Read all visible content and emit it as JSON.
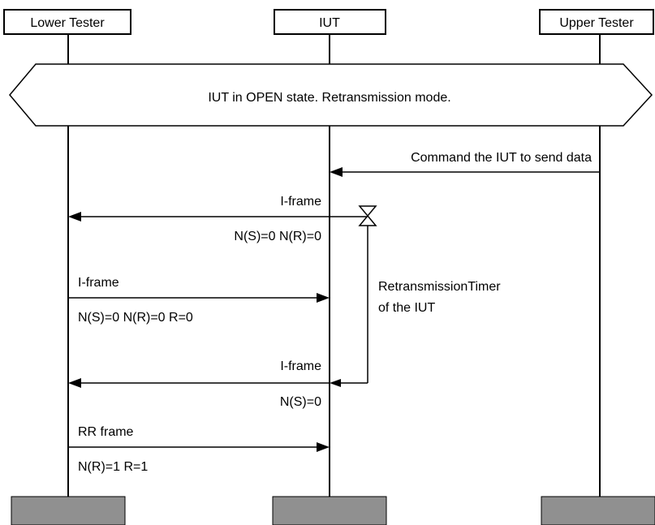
{
  "lifelines": {
    "lower": "Lower Tester",
    "iut": "IUT",
    "upper": "Upper Tester"
  },
  "state_banner": "IUT in OPEN state. Retransmission mode.",
  "messages": {
    "m1_label": "Command the IUT to send data",
    "m2_label": "I-frame",
    "m2_params": "N(S)=0  N(R)=0",
    "m3_label": "I-frame",
    "m3_params": "N(S)=0  N(R)=0  R=0",
    "m4_label": "I-frame",
    "m4_params": "N(S)=0",
    "m5_label": "RR frame",
    "m5_params": "N(R)=1  R=1"
  },
  "timer": {
    "line1": "RetransmissionTimer",
    "line2": "of the IUT"
  }
}
